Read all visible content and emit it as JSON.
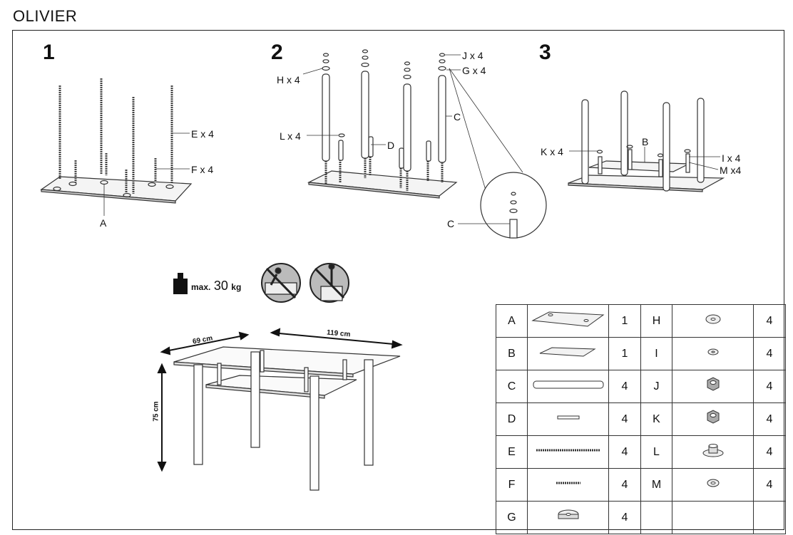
{
  "title": "OLIVIER",
  "steps": [
    "1",
    "2",
    "3"
  ],
  "step1": {
    "label_e": "E x 4",
    "label_f": "F x 4",
    "label_a": "A"
  },
  "step2": {
    "label_j": "J x 4",
    "label_g": "G x 4",
    "label_h": "H x 4",
    "label_l": "L x 4",
    "label_d": "D",
    "label_c": "C",
    "label_c_detail": "C"
  },
  "step3": {
    "label_k": "K x 4",
    "label_b": "B",
    "label_i": "I x 4",
    "label_m": "M x4"
  },
  "warnings": {
    "max_prefix": "max.",
    "max_value": "30",
    "max_unit": "kg",
    "icons": [
      "no-climbing-icon",
      "no-standing-icon"
    ]
  },
  "dimensions": {
    "width": "69 cm",
    "length": "119 cm",
    "height": "75 cm"
  },
  "parts_table": [
    {
      "left": {
        "letter": "A",
        "icon": "glass-top-icon",
        "qty": "1"
      },
      "right": {
        "letter": "H",
        "icon": "large-washer-icon",
        "qty": "4"
      }
    },
    {
      "left": {
        "letter": "B",
        "icon": "glass-shelf-icon",
        "qty": "1"
      },
      "right": {
        "letter": "I",
        "icon": "small-washer-icon",
        "qty": "4"
      }
    },
    {
      "left": {
        "letter": "C",
        "icon": "leg-tube-icon",
        "qty": "4"
      },
      "right": {
        "letter": "J",
        "icon": "nut-icon",
        "qty": "4"
      }
    },
    {
      "left": {
        "letter": "D",
        "icon": "short-connector-icon",
        "qty": "4"
      },
      "right": {
        "letter": "K",
        "icon": "nut-icon",
        "qty": "4"
      }
    },
    {
      "left": {
        "letter": "E",
        "icon": "long-threaded-rod-icon",
        "qty": "4"
      },
      "right": {
        "letter": "L",
        "icon": "suction-pad-icon",
        "qty": "4"
      }
    },
    {
      "left": {
        "letter": "F",
        "icon": "short-threaded-rod-icon",
        "qty": "4"
      },
      "right": {
        "letter": "M",
        "icon": "rubber-washer-icon",
        "qty": "4"
      }
    },
    {
      "left": {
        "letter": "G",
        "icon": "thick-washer-icon",
        "qty": "4"
      },
      "right": {
        "letter": "",
        "icon": "",
        "qty": ""
      }
    }
  ]
}
